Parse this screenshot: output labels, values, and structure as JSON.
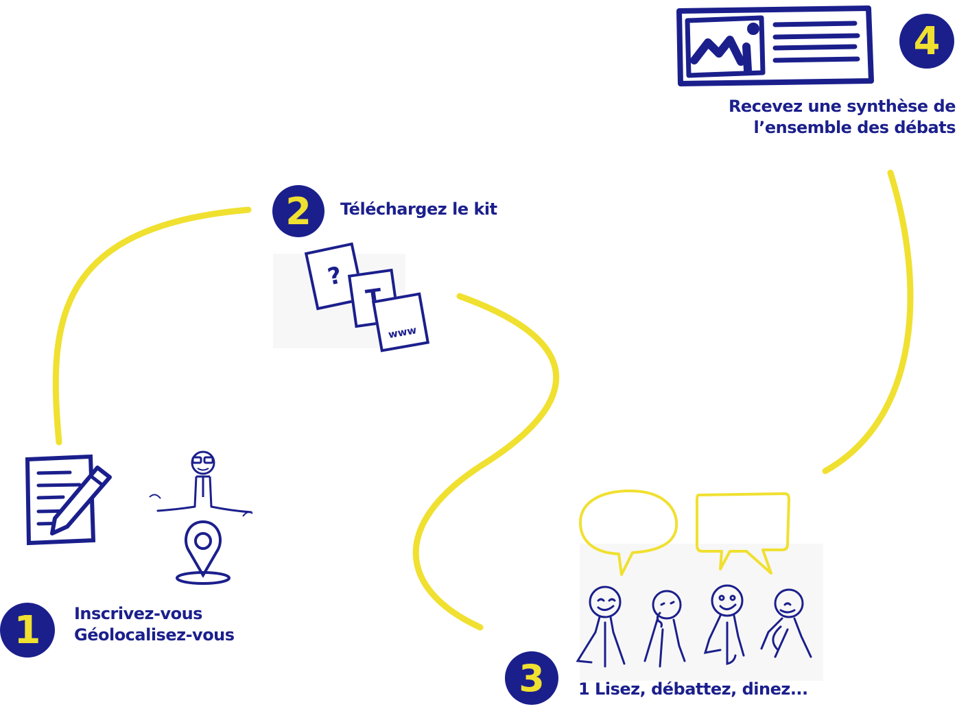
{
  "colors": {
    "navy": "#1b1f8c",
    "yellow": "#f0e030",
    "panel": "#f7f7f7",
    "white": "#ffffff"
  },
  "steps": [
    {
      "number": "1",
      "lines": [
        "Inscrivez-vous",
        "Géolocalisez-vous"
      ],
      "icons": [
        "document-pen-icon",
        "stick-figure-location-pin-icon"
      ]
    },
    {
      "number": "2",
      "lines": [
        "Téléchargez le kit"
      ],
      "icons": [
        "question-card-icon",
        "t-card-icon",
        "www-card-icon"
      ],
      "card_text": [
        "?",
        "T",
        "www"
      ]
    },
    {
      "number": "3",
      "lines": [
        "1 Lisez, débattez, dinez..."
      ],
      "icons": [
        "speech-bubble-icon",
        "speech-bubble-icon",
        "stick-people-group-icon"
      ]
    },
    {
      "number": "4",
      "lines": [
        "Recevez une synthèse de",
        "l’ensemble des débats"
      ],
      "icons": [
        "synthesis-document-icon"
      ]
    }
  ]
}
